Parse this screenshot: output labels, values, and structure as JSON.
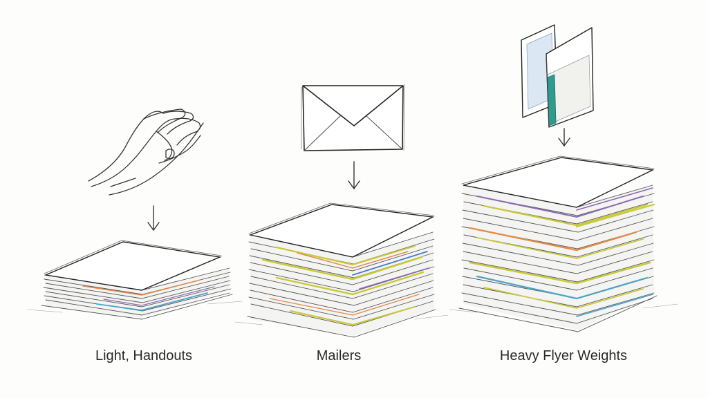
{
  "captions": {
    "light": "Light, Handouts",
    "mailers": "Mailers",
    "heavy": "Heavy Flyer Weights"
  },
  "stacks": [
    {
      "key": "light",
      "icon": "hands-icon",
      "sheet_bands": 7,
      "accent_colors": [
        "#e48a4a",
        "#4aa3c7",
        "#8c6bb1"
      ]
    },
    {
      "key": "mailers",
      "icon": "envelope-icon",
      "sheet_bands": 12,
      "accent_colors": [
        "#c8c93a",
        "#e48a4a",
        "#4a78c7",
        "#8c6bb1"
      ]
    },
    {
      "key": "heavy",
      "icon": "folded-flyer-icon",
      "sheet_bands": 16,
      "accent_colors": [
        "#c8c93a",
        "#e48a4a",
        "#8c6bb1",
        "#4aa3c7"
      ]
    }
  ]
}
